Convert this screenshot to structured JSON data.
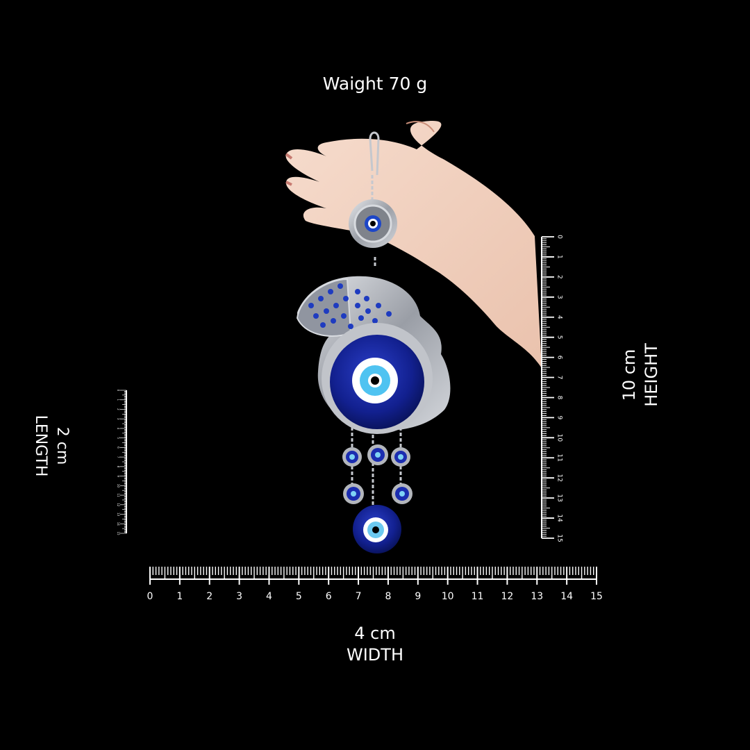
{
  "weight_label": "Waight 70 g",
  "width": {
    "value": "4 cm",
    "name": "WIDTH"
  },
  "height": {
    "value": "10 cm",
    "name": "HEIGHT"
  },
  "length": {
    "value": "2 cm",
    "name": "LENGTH"
  },
  "ruler_numbers": [
    "0",
    "1",
    "2",
    "3",
    "4",
    "5",
    "6",
    "7",
    "8",
    "9",
    "10",
    "11",
    "12",
    "13",
    "14",
    "15"
  ],
  "colors": {
    "background": "#000000",
    "text": "#ffffff",
    "bead_blue": "#12208f",
    "silver": "#b9bcc2"
  }
}
